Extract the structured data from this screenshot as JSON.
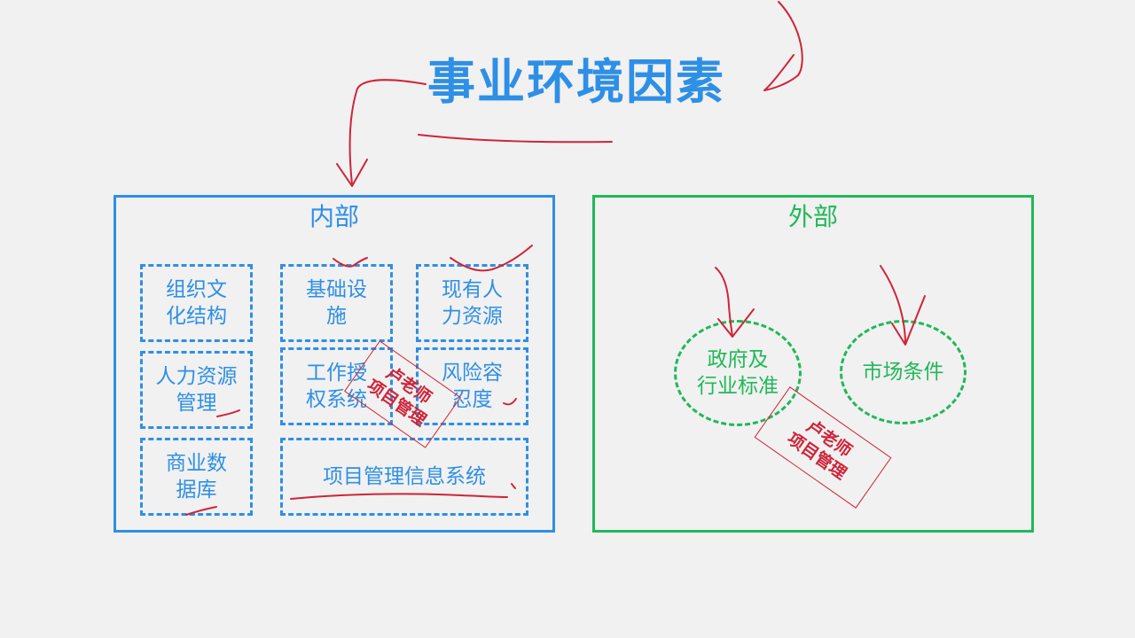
{
  "title": "事业环境因素",
  "internal": {
    "label": "内部",
    "items": [
      {
        "text": "组织文\n化结构"
      },
      {
        "text": "基础设\n施"
      },
      {
        "text": "现有人\n力资源"
      },
      {
        "text": "人力资源\n管理"
      },
      {
        "text": "工作授\n权系统"
      },
      {
        "text": "风险容\n忍度"
      },
      {
        "text": "商业数\n据库"
      },
      {
        "text": "项目管理信息系统"
      }
    ]
  },
  "external": {
    "label": "外部",
    "items": [
      {
        "text": "政府及\n行业标准"
      },
      {
        "text": "市场条件"
      }
    ]
  },
  "watermark": {
    "text": "卢老师\n项目管理"
  },
  "colors": {
    "internal": "#2e8fe6",
    "external": "#21b859",
    "annotation": "#cf2438",
    "background": "#f1f1f1"
  }
}
